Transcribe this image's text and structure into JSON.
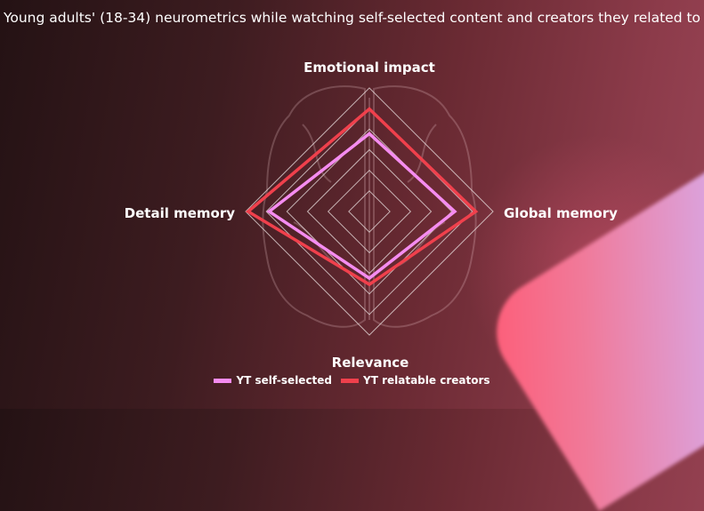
{
  "colors": {
    "self_selected": "#f58cf0",
    "relatable": "#f0404c"
  },
  "chart_data": {
    "type": "radar",
    "title": "Young adults' (18-34) neurometrics while watching self-selected content and creators they related to",
    "axes": [
      "Emotional impact",
      "Global memory",
      "Relevance",
      "Detail memory"
    ],
    "rings": 6,
    "range": [
      0,
      1
    ],
    "series": [
      {
        "name": "YT self-selected",
        "values": [
          0.63,
          0.69,
          0.54,
          0.81
        ]
      },
      {
        "name": "YT relatable creators",
        "values": [
          0.83,
          0.86,
          0.59,
          0.98
        ]
      }
    ],
    "legend": "bottom"
  }
}
